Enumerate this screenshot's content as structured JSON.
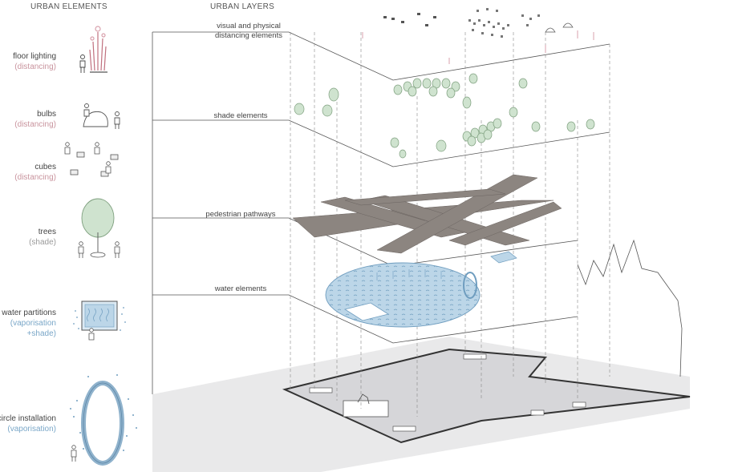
{
  "headers": {
    "elements": "URBAN ELEMENTS",
    "layers": "URBAN LAYERS"
  },
  "elements": [
    {
      "name": "floor lighting",
      "sub": "(distancing)",
      "sub_color": "#c9949e",
      "icon": "floor-lighting-icon"
    },
    {
      "name": "bulbs",
      "sub": "(distancing)",
      "sub_color": "#c9949e",
      "icon": "bulbs-icon"
    },
    {
      "name": "cubes",
      "sub": "(distancing)",
      "sub_color": "#c9949e",
      "icon": "cubes-icon"
    },
    {
      "name": "trees",
      "sub": "(shade)",
      "sub_color": "#9a9a9a",
      "icon": "tree-icon"
    },
    {
      "name": "water partitions",
      "sub": "(vaporisation",
      "sub2": "+shade)",
      "sub_color": "#7aa7c8",
      "icon": "water-partition-icon"
    },
    {
      "name": "circle installation",
      "sub": "(vaporisation)",
      "sub_color": "#7aa7c8",
      "icon": "circle-installation-icon"
    }
  ],
  "layers": [
    {
      "label_line1": "visual and physical",
      "label_line2": "distancing elements"
    },
    {
      "label_line1": "shade elements"
    },
    {
      "label_line1": "pedestrian pathways"
    },
    {
      "label_line1": "water elements"
    }
  ],
  "colors": {
    "line": "#555555",
    "tree_fill": "#cfe3cf",
    "tree_stroke": "#7fa07f",
    "water_fill": "#bcd6e8",
    "water_stroke": "#6f9dbf",
    "path_fill": "#8c8580",
    "ground_fill": "#e4e4e6",
    "light_pink": "#d8a0ac"
  }
}
